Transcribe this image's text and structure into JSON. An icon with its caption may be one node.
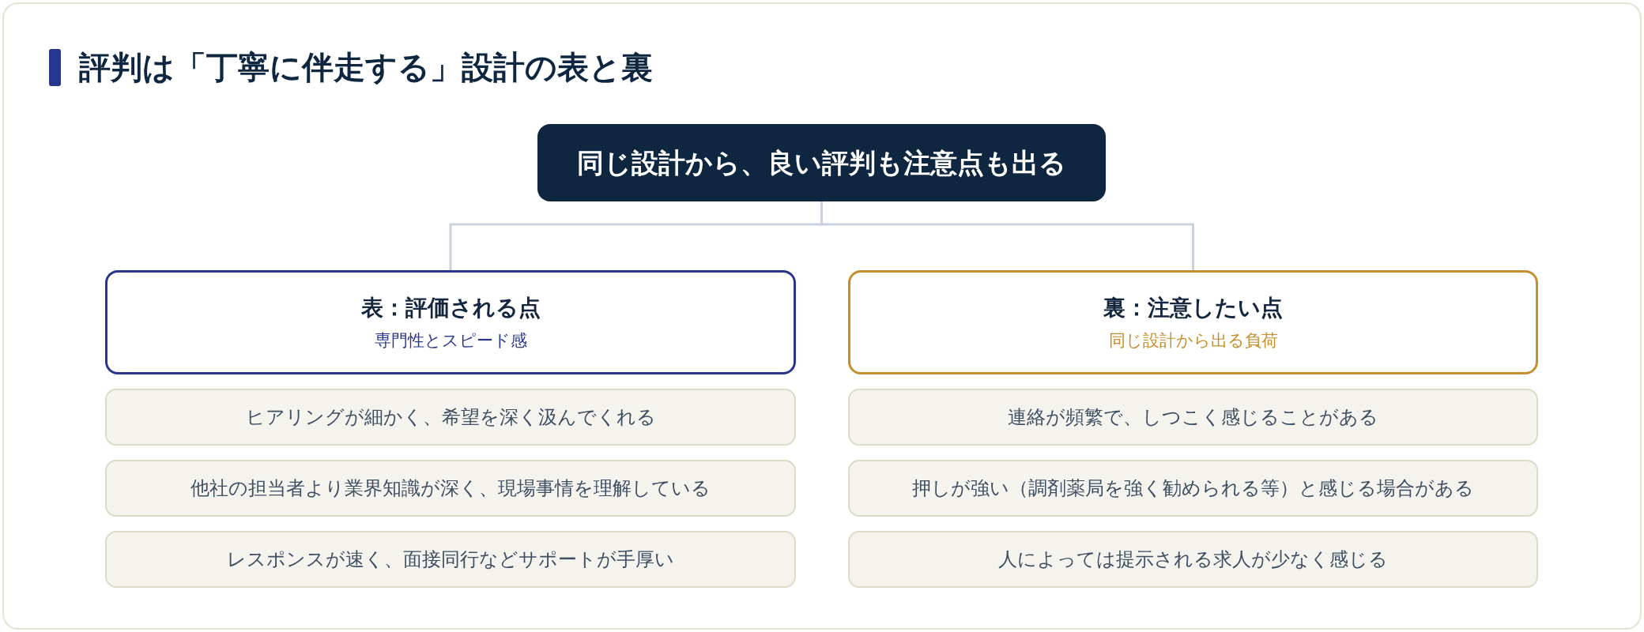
{
  "diagram": {
    "title": "評判は「丁寧に伴走する」設計の表と裏",
    "nodes": [
      {
        "text": [
          "同じ設計から、良い評判も注意点も出る"
        ]
      },
      {
        "text": [
          "表：評価される点",
          "専門性とスピード感"
        ]
      },
      {
        "text": [
          "ヒアリングが細かく、希望を深く汲んでくれる"
        ]
      },
      {
        "text": [
          "他社の担当者より業界知識が深く、現場事情を理解している"
        ]
      },
      {
        "text": [
          "レスポンスが速く、面接同行などサポートが手厚い"
        ]
      },
      {
        "text": [
          "裏：注意したい点",
          "同じ設計から出る負荷"
        ]
      },
      {
        "text": [
          "連絡が頻繁で、しつこく感じることがある"
        ]
      },
      {
        "text": [
          "押しが強い（調剤薬局を強く勧められる等）と感じる場合がある"
        ]
      },
      {
        "text": [
          "人によっては提示される求人が少なく感じる"
        ]
      }
    ],
    "edges": [
      {
        "from": 0,
        "to": 1,
        "arrow": "none"
      },
      {
        "from": 0,
        "to": 5,
        "arrow": "none"
      }
    ]
  }
}
